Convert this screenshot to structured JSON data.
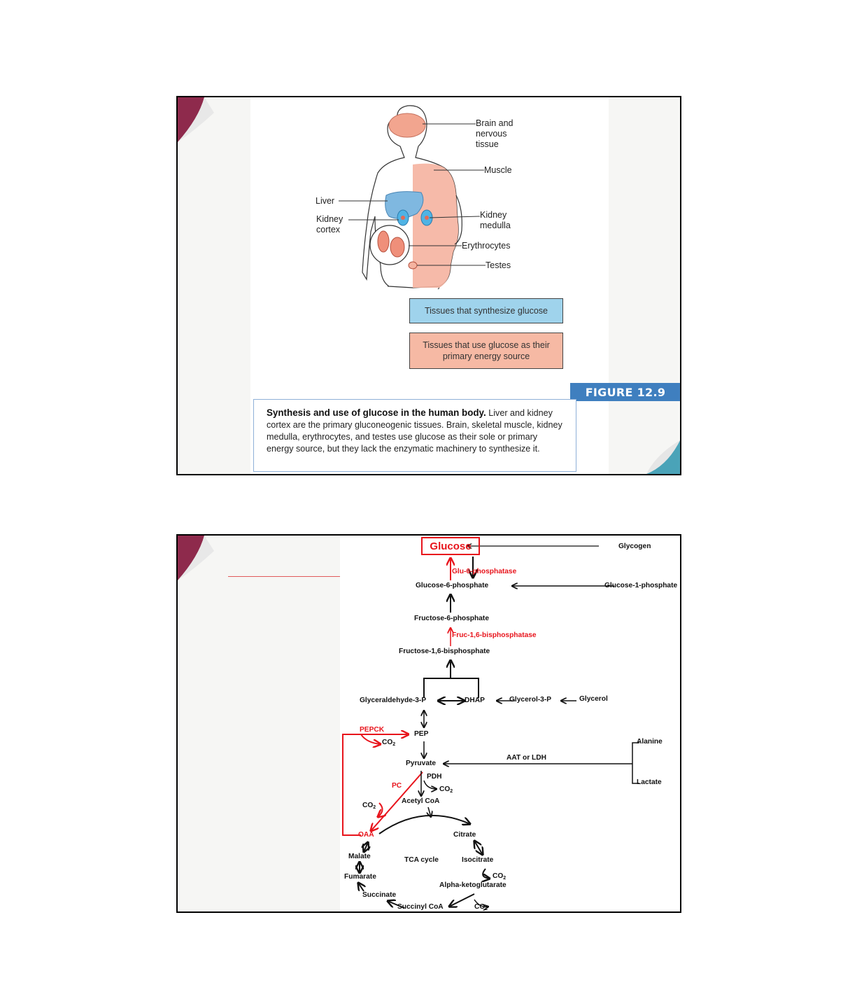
{
  "slide1": {
    "labels": {
      "brain": "Brain and\nnervous\ntissue",
      "muscle": "Muscle",
      "liver": "Liver",
      "kidney_cortex": "Kidney\ncortex",
      "kidney_medulla": "Kidney\nmedulla",
      "erythrocytes": "Erythrocytes",
      "testes": "Testes"
    },
    "legend": {
      "synthesize": "Tissues that synthesize glucose",
      "use": "Tissues that use glucose as their primary energy source"
    },
    "figure_tag": "FIGURE 12.9",
    "caption": {
      "bold": "Synthesis and use of glucose in the human body.",
      "text": " Liver and kidney cortex are the primary gluconeogenic tissues. Brain, skeletal muscle, kidney medulla, erythrocytes, and testes use glucose as their sole or primary energy source, but they lack the enzymatic machinery to synthesize it."
    }
  },
  "slide2": {
    "glucose": "Glucose",
    "glycogen": "Glycogen",
    "glu6phosphatase": "Glu-6-phosphatase",
    "glucose6p": "Glucose-6-phosphate",
    "glucose1p": "Glucose-1-phosphate",
    "fructose6p": "Fructose-6-phosphate",
    "fruc16bisphosphatase": "Fruc-1,6-bisphosphatase",
    "fructose16bp": "Fructose-1,6-bisphosphate",
    "glyceraldehyde3p": "Glyceraldehyde-3-P",
    "dhap": "DHAP",
    "glycerol3p": "Glycerol-3-P",
    "glycerol": "Glycerol",
    "pepck": "PEPCK",
    "pep": "PEP",
    "co2": "CO",
    "co2_sub": "2",
    "pyruvate": "Pyruvate",
    "aat_ldh": "AAT or LDH",
    "alanine": "Alanine",
    "lactate": "Lactate",
    "pdh": "PDH",
    "pc": "PC",
    "acetyl_coa": "Acetyl CoA",
    "oaa": "OAA",
    "citrate": "Citrate",
    "malate": "Malate",
    "tca_cycle": "TCA cycle",
    "isocitrate": "Isocitrate",
    "fumarate": "Fumarate",
    "alpha_kg": "Alpha-ketoglutarate",
    "succinate": "Succinate",
    "succinyl_coa": "Succinyl CoA"
  }
}
